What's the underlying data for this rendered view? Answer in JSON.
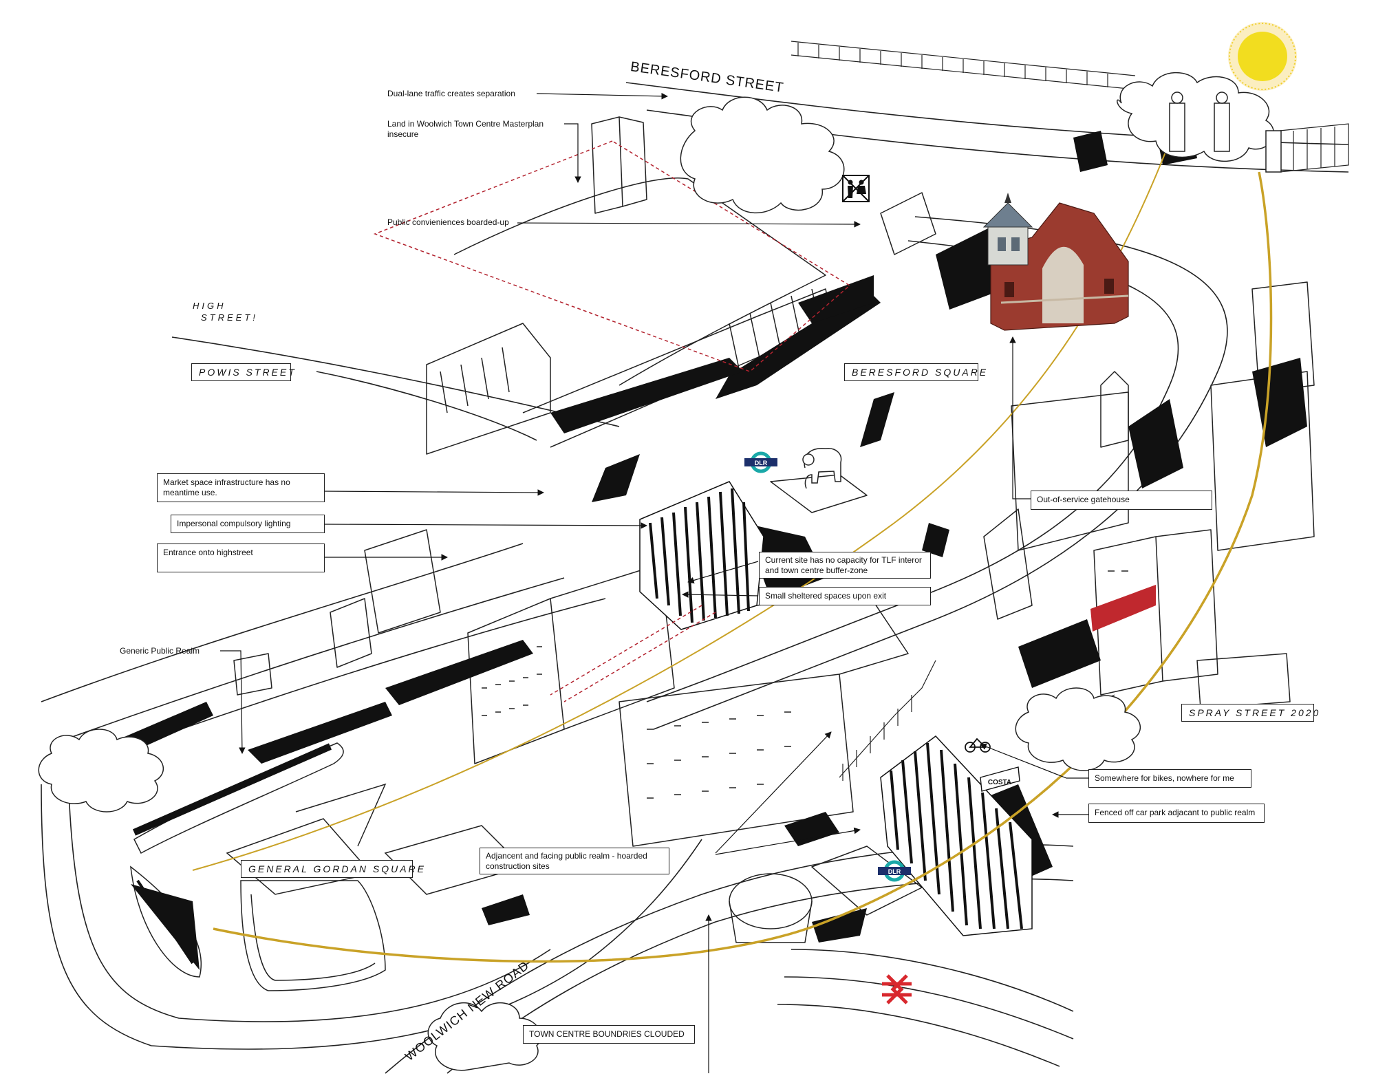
{
  "streets": {
    "beresford_street": "BERESFORD STREET",
    "high_street_line1": "HIGH",
    "high_street_line2": "STREET!",
    "powis_street": "POWIS STREET",
    "beresford_square": "BERESFORD SQUARE",
    "spray_street": "SPRAY STREET 2020",
    "general_gordan_square": "GENERAL GORDAN SQUARE",
    "woolwich_new_road": "WOOLWICH NEW ROAD",
    "town_centre": "TOWN CENTRE BOUNDRIES CLOUDED"
  },
  "annotations": {
    "dual_lane": "Dual-lane traffic creates separation",
    "land_line1": "Land in Woolwich Town Centre Masterplan",
    "land_line2": "insecure",
    "public_conveniences": "Public convieniences boarded-up",
    "market_space_line1": "Market space infrastructure has no",
    "market_space_line2": "meantime use.",
    "lighting": "Impersonal compulsory lighting",
    "entrance": "Entrance onto highstreet",
    "generic_realm": "Generic Public Realm",
    "current_site_line1": "Current site has no capacity for TLF interor",
    "current_site_line2": "and town centre buffer-zone",
    "sheltered": "Small sheltered spaces upon exit",
    "gatehouse": "Out-of-service gatehouse",
    "bikes": "Somewhere for bikes, nowhere for me",
    "car_park": "Fenced off car park adjacant to public realm",
    "hoarded_line1": "Adjancent and facing public realm - hoarded",
    "hoarded_line2": "construction sites"
  },
  "signs": {
    "dlr_1": "DLR",
    "dlr_2": "DLR",
    "costa": "COSTA"
  },
  "colors": {
    "sun": "#f2dd1f",
    "sun_path": "#c9a227",
    "red_boundary": "#b3232f",
    "red_banner": "#c0282e",
    "dlr_teal": "#1aa8a8",
    "dlr_navy": "#1c2f6b",
    "rail_red": "#d8282e",
    "ink": "#111111"
  },
  "icons": [
    "sun-icon",
    "dlr-roundel-icon",
    "national-rail-icon",
    "toilet-crossed-icon",
    "elephant-statue-icon",
    "bicycle-icon",
    "cloud-icon"
  ]
}
